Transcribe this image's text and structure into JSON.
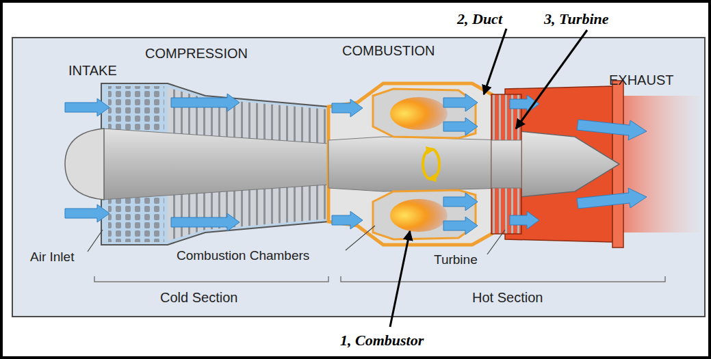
{
  "diagram": {
    "labels": [
      "2, Duct",
      "3, Turbine",
      "COMPRESSION",
      "COMBUSTION",
      "INTAKE",
      "EXHAUST",
      "Air Inlet",
      "Combustion Chambers",
      "Turbine",
      "Cold Section",
      "Hot Section",
      "1, Combustor"
    ]
  }
}
